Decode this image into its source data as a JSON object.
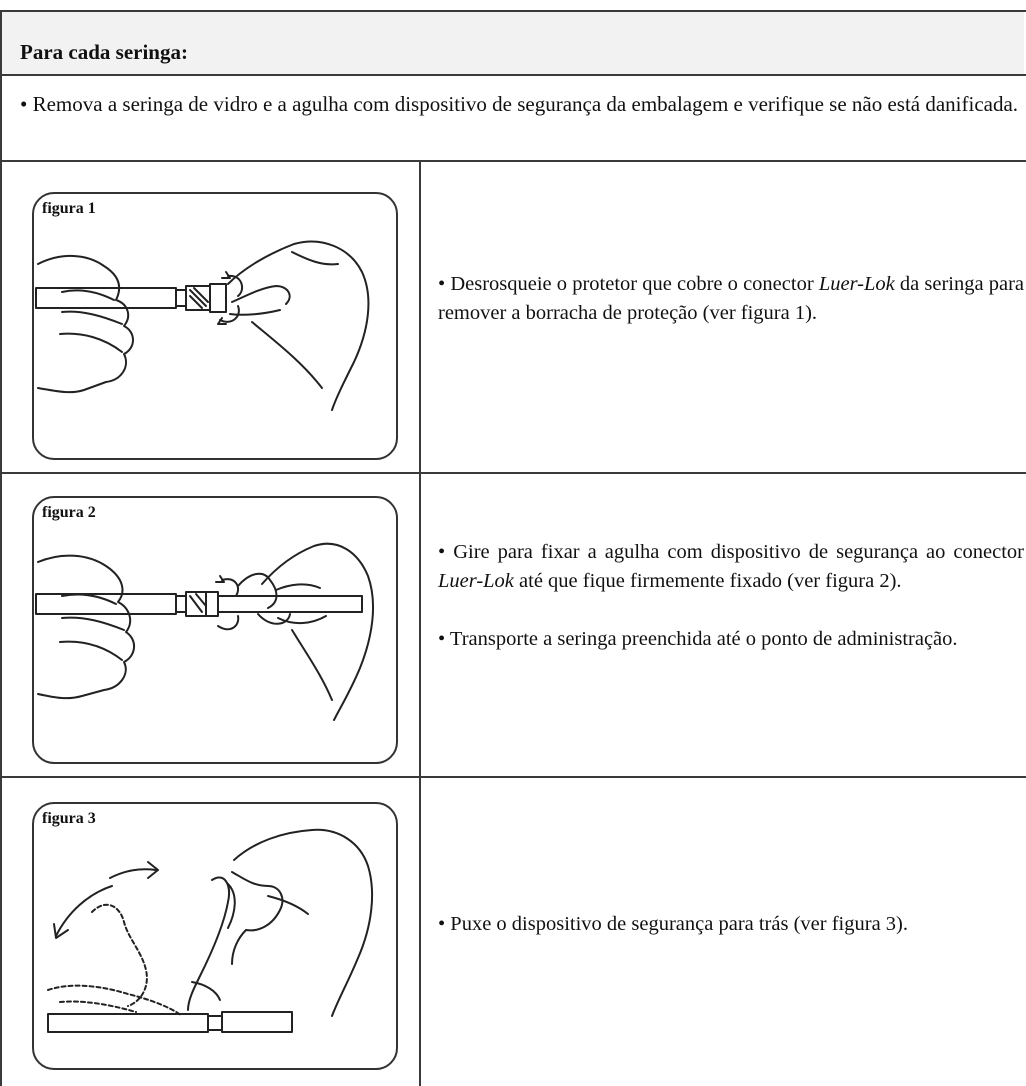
{
  "header": {
    "title": "Para cada seringa:"
  },
  "intro": {
    "text": "• Remova a seringa de vidro e a agulha com dispositivo de segurança da embalagem e verifique se não está danificada."
  },
  "steps": [
    {
      "figure_label": "figura 1",
      "p1_a": "• Desrosqueie o protetor que cobre o conector ",
      "p1_em": "Luer-Lok",
      "p1_b": " da seringa para remover a borracha de proteção (ver figura 1)."
    },
    {
      "figure_label": "figura 2",
      "p1_a": "• Gire para fixar a agulha com dispositivo de segurança ao conector ",
      "p1_em": "Luer-Lok",
      "p1_b": " até que fique firmemente fixado (ver figura 2).",
      "p2": "• Transporte a seringa preenchida até o ponto de administração."
    },
    {
      "figure_label": "figura 3",
      "p1": "• Puxe o dispositivo de segurança para trás (ver figura 3)."
    }
  ]
}
